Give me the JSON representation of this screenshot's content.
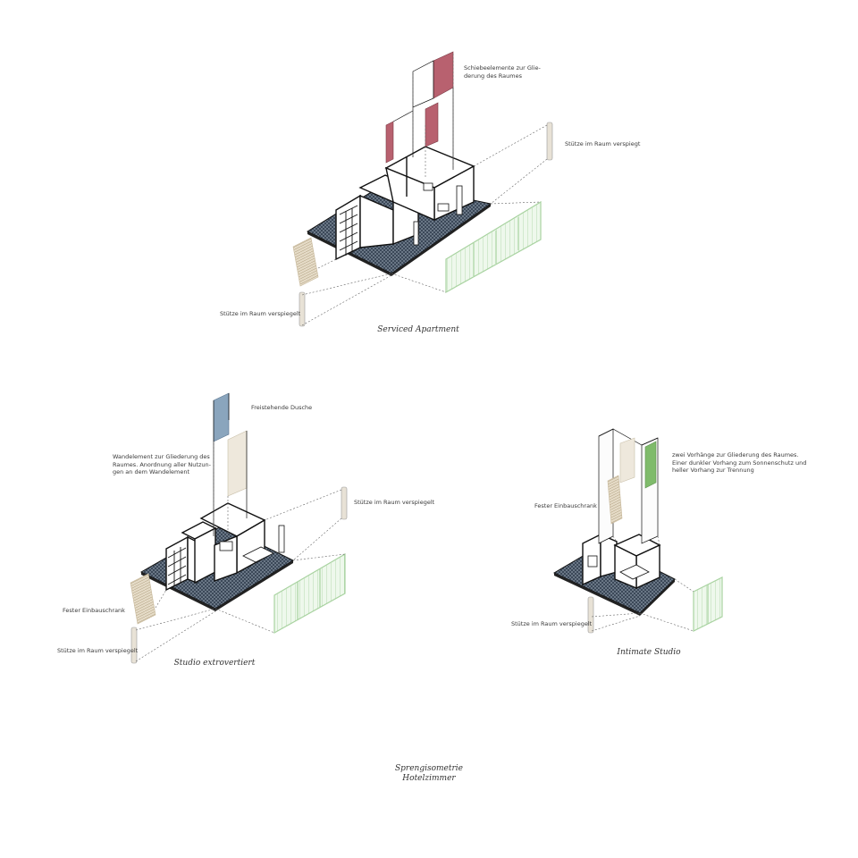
{
  "drawings": [
    {
      "caption": "Serviced Apartment",
      "annotations": {
        "sliding_elements": "Schiebeelemente zur Glie-\nderung des Raumes",
        "column_right": "Stütze im Raum verspiegt",
        "column_left": "Stütze im Raum verspiegelt"
      }
    },
    {
      "caption": "Studio extrovertiert",
      "annotations": {
        "shower": "Freistehende Dusche",
        "wall_element": "Wandelement zur Gliederung des\nRaumes. Anordnung aller Nutzun-\ngen an dem Wandelement",
        "column_right": "Stütze im Raum verspiegelt",
        "cabinet": "Fester Einbauschrank",
        "column_left": "Stütze im Raum verspiegelt"
      }
    },
    {
      "caption": "Intimate Studio",
      "annotations": {
        "curtains": "zwei Vorhänge zur Gliederung des Raumes.\nEiner dunkler Vorhang zum Sonnenschutz und\nheller Vorhang zur Trennung",
        "cabinet": "Fester Einbauschrank",
        "column": "Stütze im Raum verspiegelt"
      }
    }
  ],
  "title": {
    "line1": "Sprengisometrie",
    "line2": "Hotelzimmer"
  },
  "colors": {
    "floor": "#2e3b4a",
    "line": "#1a1a1a",
    "dashed": "#666666",
    "curtain_red": "#b8616f",
    "window_green": "#a9d3a1",
    "shelf_beige": "#ddd2bd",
    "shower_blue": "#8aa5bd",
    "curtain_green": "#7fbb6b",
    "column": "#e8e2d6"
  }
}
